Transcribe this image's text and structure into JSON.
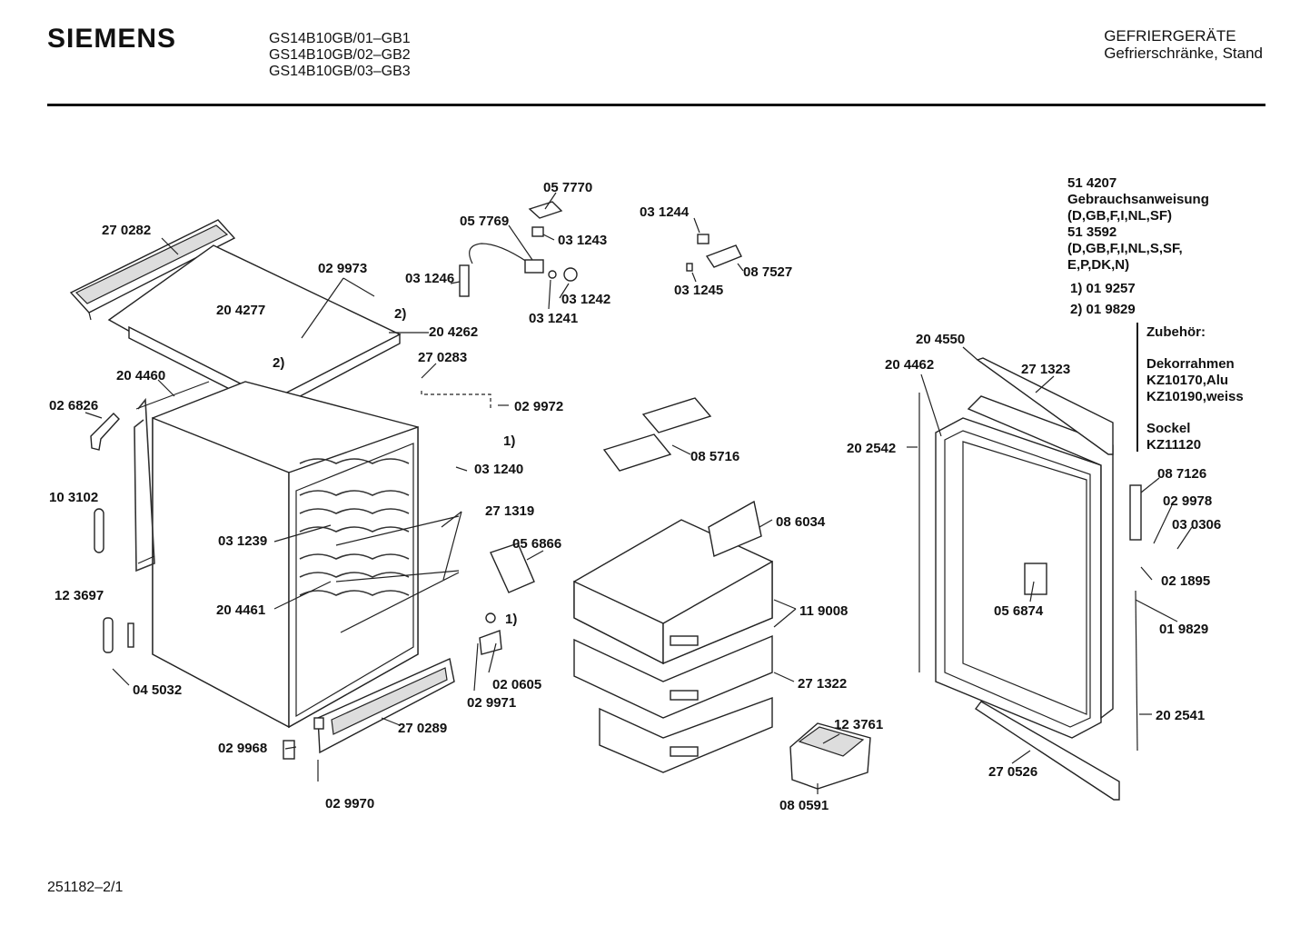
{
  "header": {
    "brand": "SIEMENS",
    "models": [
      "GS14B10GB/01–GB1",
      "GS14B10GB/02–GB2",
      "GS14B10GB/03–GB3"
    ],
    "category_line1": "GEFRIERGERÄTE",
    "category_line2": "Gefrierschränke, Stand"
  },
  "notes": {
    "lines": [
      "51 4207",
      "Gebrauchsanweisung",
      "(D,GB,F,I,NL,SF)",
      "51 3592",
      "(D,GB,F,I,NL,S,SF,",
      "E,P,DK,N)"
    ],
    "footnote1": "1) 01 9257",
    "footnote2": "2) 01 9829"
  },
  "accessories": {
    "title": "Zubehör:",
    "lines1": [
      "Dekorrahmen",
      "KZ10170,Alu",
      "KZ10190,weiss"
    ],
    "lines2": [
      "Sockel",
      "KZ11120"
    ]
  },
  "part_labels": [
    "27 0282",
    "20 4277",
    "02 9973",
    "2)",
    "2)",
    "20 4262",
    "20 4460",
    "02 6826",
    "10 3102",
    "12 3697",
    "04 5032",
    "02 9968",
    "02 9970",
    "27 0289",
    "03 1239",
    "20 4461",
    "27 1319",
    "27 0283",
    "02 9972",
    "1)",
    "03 1240",
    "05 7770",
    "05 7769",
    "03 1243",
    "03 1246",
    "03 1242",
    "03 1241",
    "03 1244",
    "08 7527",
    "03 1245",
    "08 5716",
    "05 6866",
    "1)",
    "02 0605",
    "02 9971",
    "08 6034",
    "11 9008",
    "27 1322",
    "12 3761",
    "08 0591",
    "20 4550",
    "20 4462",
    "27 1323",
    "20 2542",
    "08 7126",
    "02 9978",
    "03 0306",
    "02 1895",
    "01 9829",
    "05 6874",
    "20 2541",
    "27 0526"
  ],
  "footer": {
    "code": "251182–2/1"
  }
}
